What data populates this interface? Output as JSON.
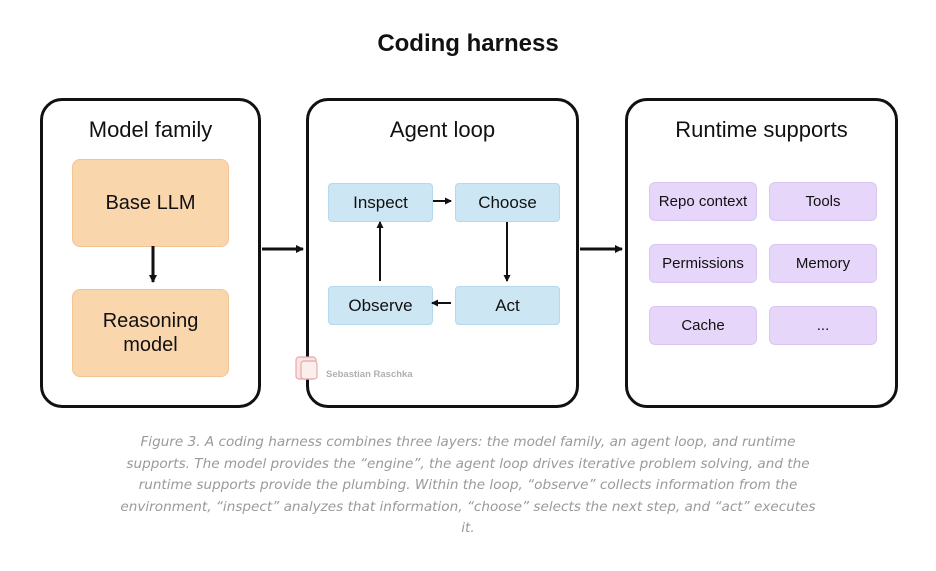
{
  "title": "Coding harness",
  "panels": {
    "model_family": {
      "title": "Model family",
      "items": [
        "Base LLM",
        "Reasoning model"
      ]
    },
    "agent_loop": {
      "title": "Agent loop",
      "steps": {
        "inspect": "Inspect",
        "choose": "Choose",
        "act": "Act",
        "observe": "Observe"
      }
    },
    "runtime_supports": {
      "title": "Runtime supports",
      "items": [
        "Repo context",
        "Tools",
        "Permissions",
        "Memory",
        "Cache",
        "..."
      ]
    }
  },
  "watermark": "Sebastian Raschka",
  "caption": "Figure 3. A coding harness combines three layers: the model family, an agent loop, and runtime supports. The model provides the “engine”, the agent loop drives iterative problem solving, and the runtime supports provide the plumbing. Within the loop, “observe” collects information from the environment, “inspect” analyzes that information, “choose” selects the next step, and “act” executes it.",
  "colors": {
    "model_box": "#fad6ad",
    "loop_box": "#cce6f4",
    "runtime_box": "#e6d6fa",
    "caption_text": "#9a9a9a"
  }
}
